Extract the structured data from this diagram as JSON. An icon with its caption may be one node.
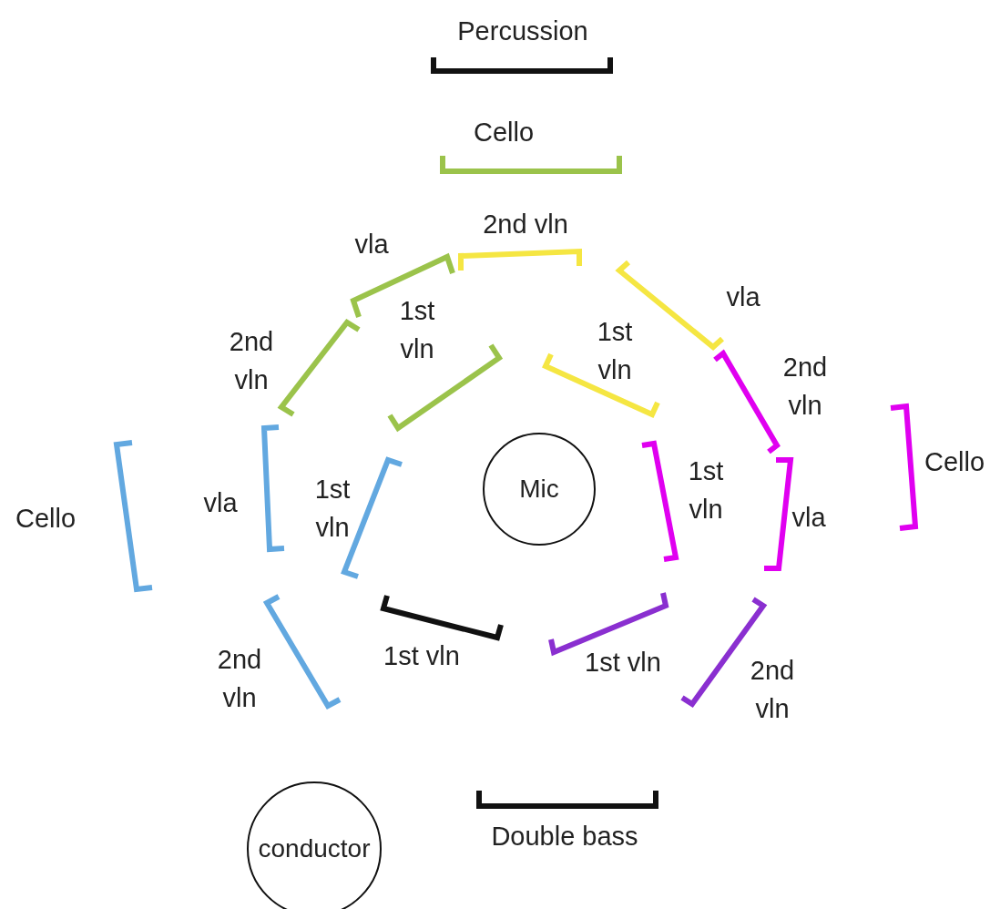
{
  "diagram": {
    "nodes": [
      {
        "text": [],
        "shape": "bracket",
        "beside": [
          "Percussion"
        ]
      },
      {
        "text": [],
        "shape": "bracket",
        "beside": [
          "Cello"
        ]
      },
      {
        "text": [],
        "shape": "bracket",
        "beside": [
          "2nd vln"
        ]
      },
      {
        "text": [],
        "shape": "bracket",
        "beside": [
          "vla"
        ]
      },
      {
        "text": [],
        "shape": "bracket",
        "beside": [
          "vla"
        ]
      },
      {
        "text": [],
        "shape": "bracket",
        "beside": [
          "2nd vln"
        ]
      },
      {
        "text": [],
        "shape": "bracket",
        "beside": [
          "1st vln"
        ]
      },
      {
        "text": [],
        "shape": "bracket",
        "beside": [
          "1st vln"
        ]
      },
      {
        "text": [],
        "shape": "bracket",
        "beside": [
          "2nd vln"
        ]
      },
      {
        "text": [],
        "shape": "bracket",
        "beside": [
          "Cello"
        ]
      },
      {
        "text": [],
        "shape": "bracket",
        "beside": [
          "vla"
        ]
      },
      {
        "text": [],
        "shape": "bracket",
        "beside": [
          "1st vln"
        ]
      },
      {
        "text": [
          "Mic"
        ]
      },
      {
        "text": [],
        "shape": "bracket",
        "beside": [
          "1st vln"
        ]
      },
      {
        "text": [],
        "shape": "bracket",
        "beside": [
          "vla"
        ]
      },
      {
        "text": [],
        "shape": "bracket",
        "beside": [
          "Cello"
        ]
      },
      {
        "text": [],
        "shape": "bracket",
        "beside": [
          "1st vln"
        ]
      },
      {
        "text": [],
        "shape": "bracket",
        "beside": [
          "1st vln"
        ]
      },
      {
        "text": [],
        "shape": "bracket",
        "beside": [
          "2nd vln"
        ]
      },
      {
        "text": [],
        "shape": "bracket",
        "beside": [
          "2nd vln"
        ]
      },
      {
        "text": [],
        "shape": "bracket",
        "beside": [
          "Double bass"
        ]
      },
      {
        "text": [
          "conductor"
        ]
      }
    ]
  }
}
